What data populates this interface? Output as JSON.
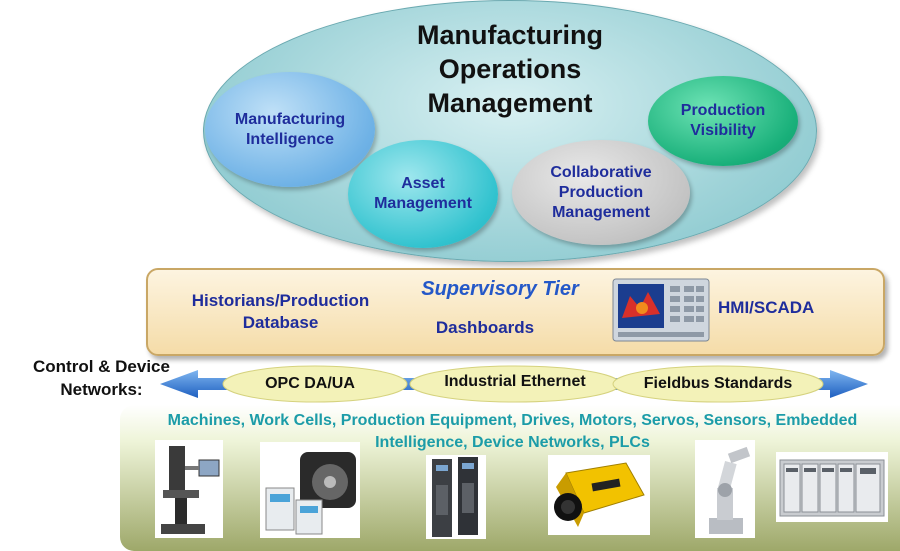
{
  "mom": {
    "title_lines": [
      "Manufacturing",
      "Operations",
      "Management"
    ],
    "manufacturing_intelligence": [
      "Manufacturing",
      "Intelligence"
    ],
    "asset_management": [
      "Asset",
      "Management"
    ],
    "collaborative": [
      "Collaborative",
      "Production",
      "Management"
    ],
    "production_visibility": [
      "Production",
      "Visibility"
    ]
  },
  "supervisory": {
    "title": "Supervisory Tier",
    "historians": [
      "Historians/Production",
      "Database"
    ],
    "dashboards": "Dashboards",
    "hmi": "HMI/SCADA"
  },
  "networks": {
    "label": [
      "Control & Device",
      "Networks:"
    ],
    "items": [
      "OPC DA/UA",
      "Industrial Ethernet",
      "Fieldbus Standards"
    ]
  },
  "devices": {
    "lines": [
      "Machines, Work Cells, Production Equipment, Drives, Motors, Servos, Sensors, Embedded",
      "Intelligence, Device Networks, PLCs"
    ],
    "images": [
      "cnc-machine",
      "motor-drives",
      "servo-drive-modules",
      "industrial-camera",
      "robot-arm",
      "plc-rack"
    ]
  },
  "colors": {
    "accent_blue": "#1f2d9c",
    "teal_text": "#1c9ca8",
    "arrow_blue": "#1e6fd0"
  }
}
